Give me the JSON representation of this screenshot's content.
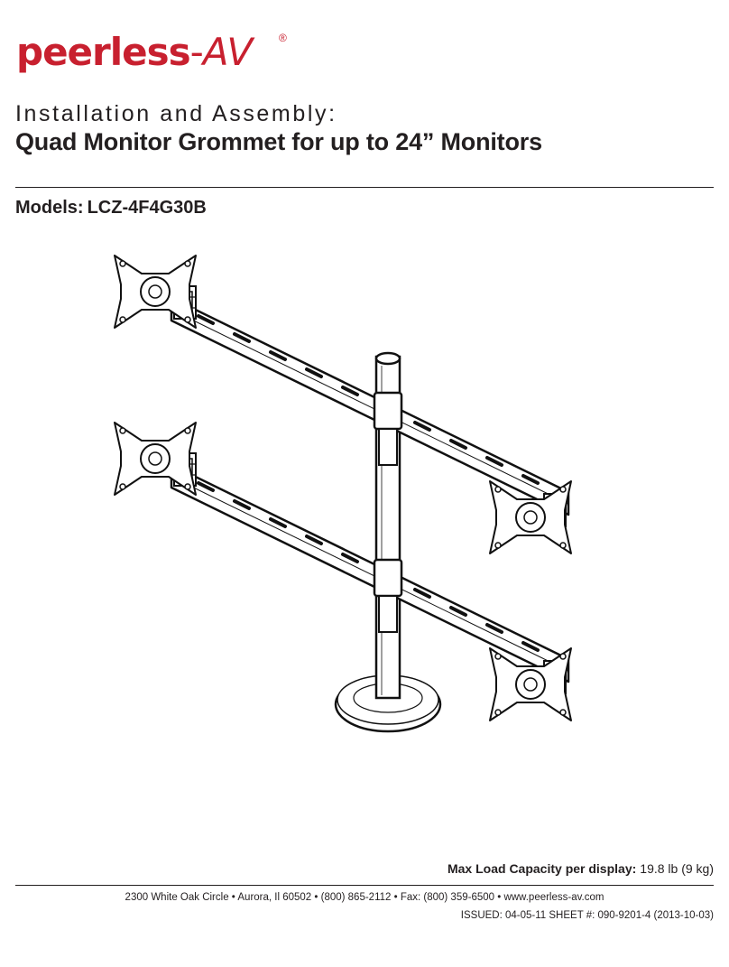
{
  "brand": {
    "name": "peerless",
    "separator": "-",
    "suffix": "AV",
    "registered_mark": "®",
    "color": "#c8202f"
  },
  "header": {
    "subtitle": "Installation and Assembly:",
    "title": "Quad Monitor Grommet for up to 24” Monitors"
  },
  "models": {
    "label": "Models:",
    "value": "LCZ-4F4G30B"
  },
  "capacity": {
    "label": "Max Load Capacity per display:",
    "value": "19.8 lb (9 kg)"
  },
  "footer": {
    "address": "2300 White Oak Circle  •  Aurora, Il 60502  •  (800) 865-2112  •  Fax: (800) 359-6500  •  www.peerless-av.com",
    "issued": "ISSUED: 04-05-11  SHEET #: 090-9201-4  (2013-10-03)"
  }
}
